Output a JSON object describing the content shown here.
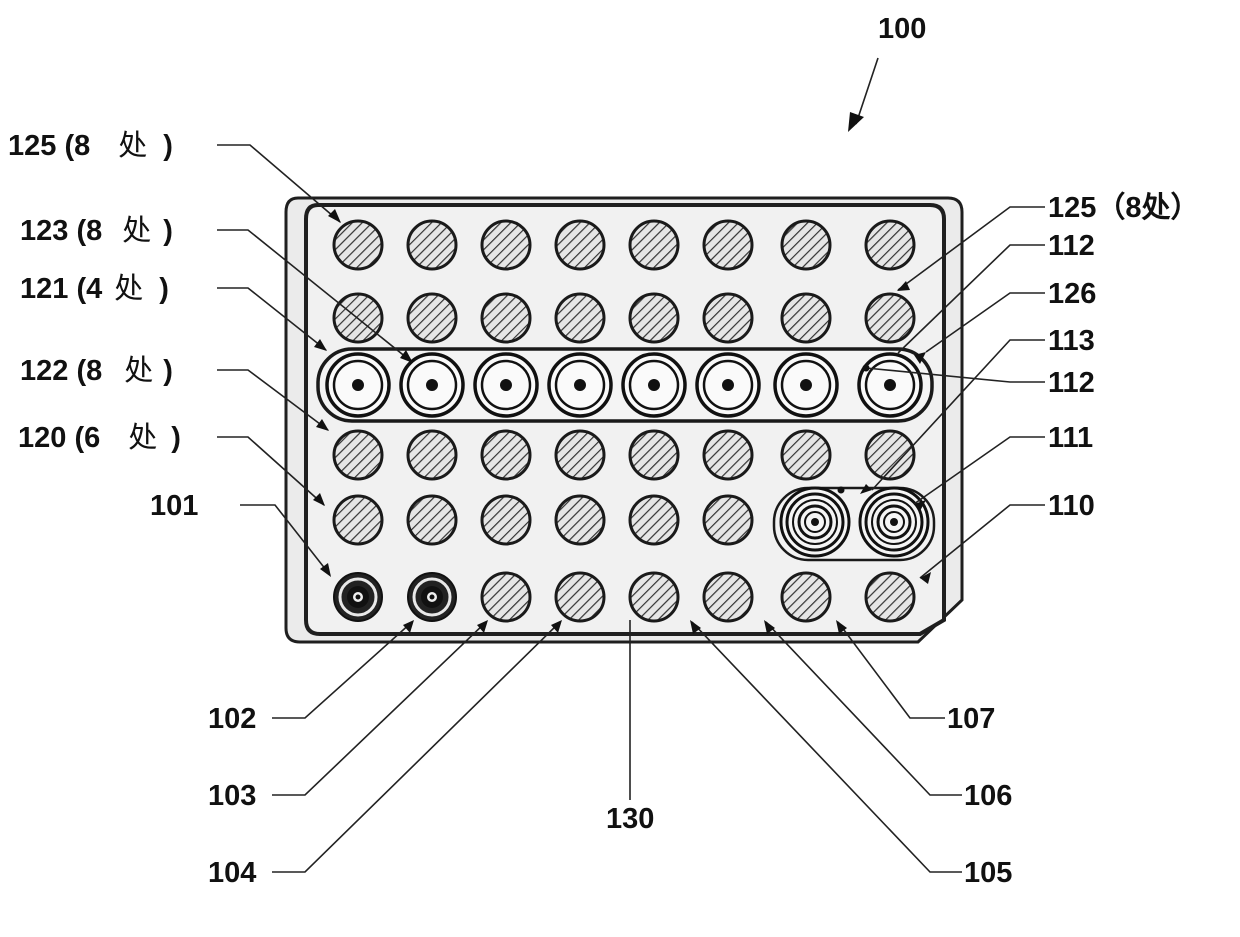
{
  "figure": {
    "ref_main": "100",
    "left_labels": {
      "r125": {
        "num": "125 (8",
        "unit": "处",
        "close": ")"
      },
      "r123": {
        "num": "123 (8",
        "unit": "处",
        "close": ")"
      },
      "r121": {
        "num": "121 (4",
        "unit": "处",
        "close": ")"
      },
      "r122": {
        "num": "122 (8",
        "unit": "处",
        "close": ")"
      },
      "r120": {
        "num": "120 (6",
        "unit": "处",
        "close": ")"
      },
      "r101": "101"
    },
    "right_labels": {
      "r125": "125（8处）",
      "r112a": "112",
      "r126": "126",
      "r113": "113",
      "r112b": "112",
      "r111": "111",
      "r110": "110"
    },
    "bottom_labels": {
      "r102": "102",
      "r103": "103",
      "r104": "104",
      "r130": "130",
      "r105": "105",
      "r106": "106",
      "r107": "107"
    }
  }
}
